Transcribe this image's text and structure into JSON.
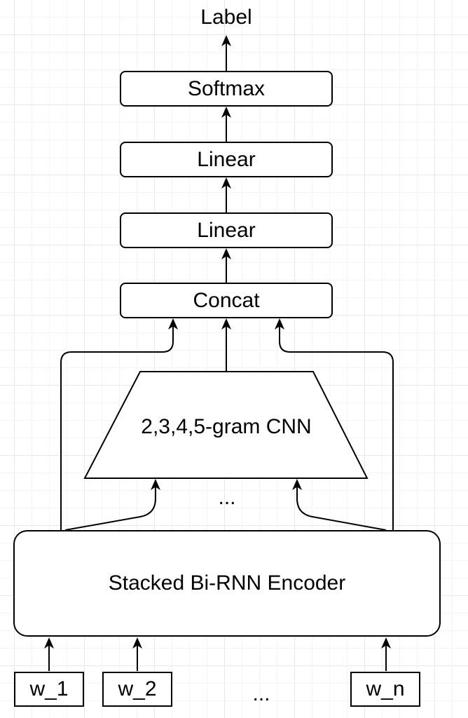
{
  "diagram": {
    "output_label": "Label",
    "stack": [
      {
        "label": "Softmax"
      },
      {
        "label": "Linear"
      },
      {
        "label": "Linear"
      },
      {
        "label": "Concat"
      }
    ],
    "cnn": {
      "label": "2,3,4,5-gram CNN"
    },
    "encoder": {
      "label": "Stacked Bi-RNN Encoder"
    },
    "inputs": [
      {
        "label": "w_1"
      },
      {
        "label": "w_2"
      },
      {
        "label": "w_n"
      }
    ],
    "cnn_inputs_ellipsis": "...",
    "word_inputs_ellipsis": "...",
    "colors": {
      "stroke": "#000000",
      "node_fill": "#ffffff",
      "background": "#ffffff",
      "grid_minor": "#f4f4f4",
      "grid_major": "#e8e8e8"
    }
  }
}
